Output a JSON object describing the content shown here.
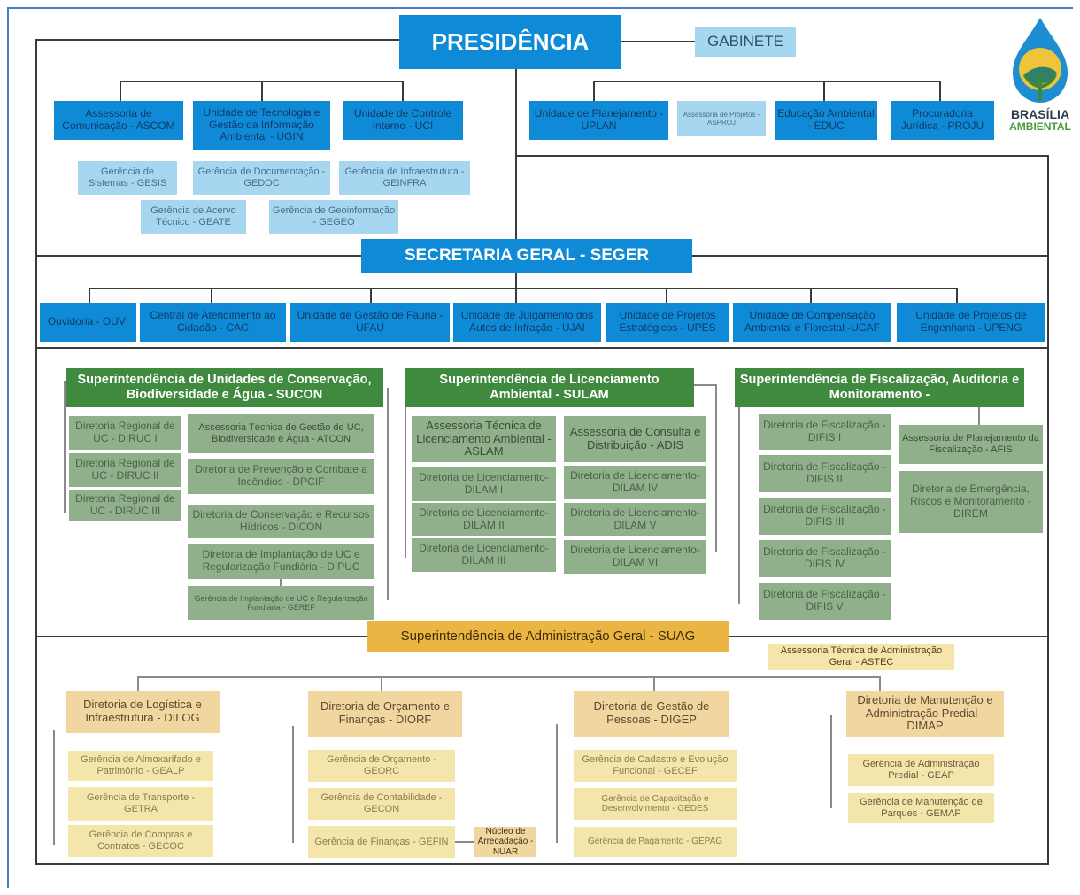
{
  "presidency": {
    "title": "PRESIDÊNCIA",
    "cabinet": "GABINETE"
  },
  "logo": {
    "line1": "BRASÍLIA",
    "line2": "AMBIENTAL"
  },
  "presidency_units": {
    "ascom": "Assessoria de Comunicação - ASCOM",
    "ugin": "Unidade de Tecnologia e Gestão da Informação Ambiental - UGIN",
    "uci": "Unidade de Controle Interno - UCI",
    "uplan": "Unidade de Planejamento - UPLAN",
    "asproj": "Assessoria de Projetos - ASPROJ",
    "educ": "Educação Ambiental - EDUC",
    "proju": "Procuradoria Jurídica - PROJU",
    "gesis": "Gerência de Sistemas - GESIS",
    "gedoc": "Gerência de Documentação - GEDOC",
    "geinfra": "Gerência de Infraestrutura - GEINFRA",
    "geate": "Gerência de Acervo Técnico - GEATE",
    "gegeo": "Gerência de Geoinformação - GEGEO"
  },
  "seger": {
    "title": "SECRETARIA GERAL - SEGER",
    "units": {
      "ouvi": "Ouvidoria - OUVI",
      "cac": "Central de Atendimento ao Cidadão - CAC",
      "ufau": "Unidade de Gestão de Fauna - UFAU",
      "ujai": "Unidade de Julgamento dos Autos de Infração - UJAI",
      "upes": "Unidade de Projetos Estratégicos - UPES",
      "ucaf": "Unidade de Compensação Ambiental e Florestal -UCAF",
      "upeng": "Unidade de Projetos de Engenharia - UPENG"
    }
  },
  "sucon": {
    "title": "Superintendência de Unidades de Conservação, Biodiversidade e Água - SUCON",
    "diruc1": "Diretoria Regional de UC - DIRUC I",
    "diruc2": "Diretoria Regional de UC - DIRUC II",
    "diruc3": "Diretoria Regional de UC - DIRUC III",
    "atcon": "Assessoria Técnica de Gestão de UC, Biodiversidade e Água - ATCON",
    "dpcif": "Diretoria de Prevenção e Combate a Incêndios - DPCIF",
    "dicon": "Diretoria de Conservação e Recursos Hídricos - DICON",
    "dipuc": "Diretoria de Implantação de UC e Regularização Fundiária - DIPUC",
    "geref": "Gerência de Implantação de UC e Regularização Fundiária - GEREF"
  },
  "sulam": {
    "title": "Superintendência de Licenciamento Ambiental - SULAM",
    "aslam": "Assessoria Técnica de Licenciamento Ambiental - ASLAM",
    "adis": "Assessoria de Consulta e Distribuição - ADIS",
    "dilam1": "Diretoria de Licenciamento- DILAM I",
    "dilam2": "Diretoria de Licenciamento- DILAM II",
    "dilam3": "Diretoria de Licenciamento- DILAM III",
    "dilam4": "Diretoria de Licenciamento- DILAM IV",
    "dilam5": "Diretoria de Licenciamento- DILAM V",
    "dilam6": "Diretoria de Licenciamento- DILAM VI"
  },
  "sufam": {
    "title": "Superintendência de Fiscalização, Auditoria e Monitoramento -",
    "difis1": "Diretoria de Fiscalização - DIFIS I",
    "difis2": "Diretoria de Fiscalização - DIFIS II",
    "difis3": "Diretoria de Fiscalização - DIFIS III",
    "difis4": "Diretoria de Fiscalização - DIFIS IV",
    "difis5": "Diretoria de Fiscalização - DIFIS V",
    "afis": "Assessoria de Planejamento da Fiscalização - AFIS",
    "direm": "Diretoria de Emergência, Riscos e Monitoramento - DIREM"
  },
  "suag": {
    "title": "Superintendência de Administração Geral - SUAG",
    "astec": "Assessoria Técnica de Administração Geral - ASTEC",
    "dilog": "Diretoria de Logística e Infraestrutura - DILOG",
    "gealp": "Gerência de Almoxarifado e Patrimônio - GEALP",
    "getra": "Gerência de Transporte - GETRA",
    "gecoc": "Gerência de Compras e Contratos - GECOC",
    "diorf": "Diretoria de Orçamento e Finanças - DIORF",
    "georc": "Gerência de Orçamento - GEORC",
    "gecon": "Gerência de Contabilidade - GECON",
    "gefin": "Gerência de Finanças - GEFIN",
    "nuar": "Núcleo de Arrecadação - NUAR",
    "digep": "Diretoria de Gestão de Pessoas - DIGEP",
    "gecef": "Gerência de Cadastro e Evolução Funcional - GECEF",
    "gedes": "Gerência de Capacitação e Desenvolvimento - GEDES",
    "gepag": "Gerência de Pagamento - GEPAG",
    "dimap": "Diretoria de Manutenção e Administração Predial - DIMAP",
    "geap": "Gerência de Administração Predial - GEAP",
    "gemap": "Gerência de Manutenção de Parques - GEMAP"
  },
  "colors": {
    "blue": "#0f8ad6",
    "light_blue": "#a7d6f1",
    "dark_green": "#3f8a3f",
    "sage": "#8fb08a",
    "orange": "#ebb544",
    "tan": "#f2d6a0"
  }
}
